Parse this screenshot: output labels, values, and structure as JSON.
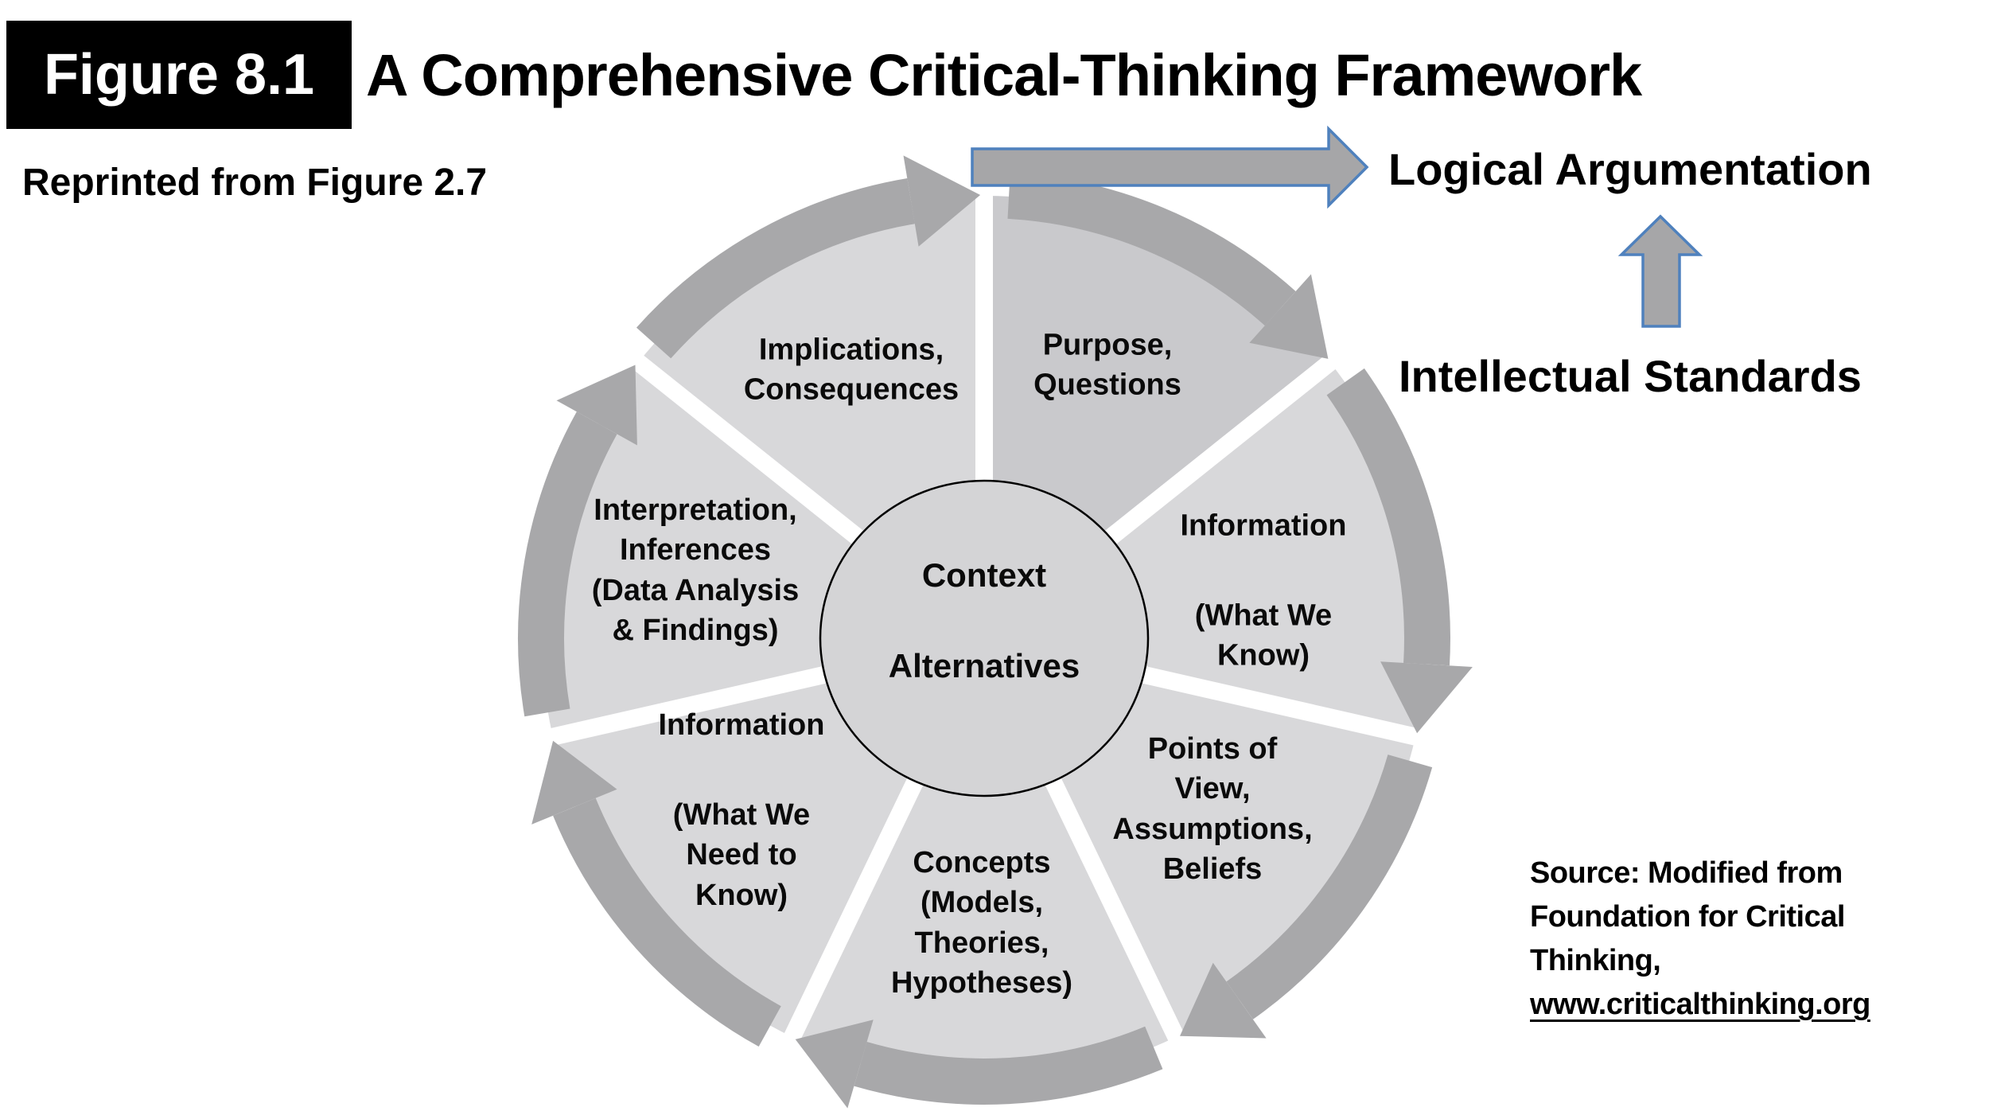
{
  "header": {
    "figure_label": "Figure 8.1",
    "title": "A Comprehensive Critical-Thinking Framework",
    "reprint_note": "Reprinted from Figure 2.7"
  },
  "callouts": {
    "logical_argumentation": "Logical Argumentation",
    "intellectual_standards": "Intellectual Standards"
  },
  "wheel": {
    "center_top": "Context",
    "center_bottom": "Alternatives",
    "segments": [
      {
        "id": "purpose-questions",
        "title": "Purpose,\nQuestions",
        "sub": "",
        "emphasis": true
      },
      {
        "id": "information-what-we-know",
        "title": "Information",
        "sub": "(What We\nKnow)",
        "emphasis": false
      },
      {
        "id": "points-of-view-assumptions-beliefs",
        "title": "Points of\nView,\nAssumptions,\nBeliefs",
        "sub": "",
        "emphasis": false
      },
      {
        "id": "concepts-models-theories-hypotheses",
        "title": "Concepts\n(Models,\nTheories,\nHypotheses)",
        "sub": "",
        "emphasis": false
      },
      {
        "id": "information-what-we-need-to-know",
        "title": "Information",
        "sub": "(What We\nNeed to\nKnow)",
        "emphasis": false
      },
      {
        "id": "interpretation-inferences",
        "title": "Interpretation,\nInferences\n(Data Analysis\n& Findings)",
        "sub": "",
        "emphasis": false
      },
      {
        "id": "implications-consequences",
        "title": "Implications,\nConsequences",
        "sub": "",
        "emphasis": false
      }
    ]
  },
  "source": {
    "lines": [
      "Source: Modified from",
      "Foundation for Critical",
      "Thinking,"
    ],
    "link": "www.criticalthinking.org"
  },
  "colors": {
    "wedge": "#d8d8da",
    "wedge_emphasis": "#c9c9cc",
    "ring": "#a8a8aa",
    "circle_fill": "#d4d4d6",
    "circle_stroke": "#000000",
    "separator": "#ffffff",
    "arrow_fill": "#a6a6a8",
    "arrow_border": "#4f81bd",
    "badge_bg": "#000000",
    "badge_text": "#ffffff"
  }
}
